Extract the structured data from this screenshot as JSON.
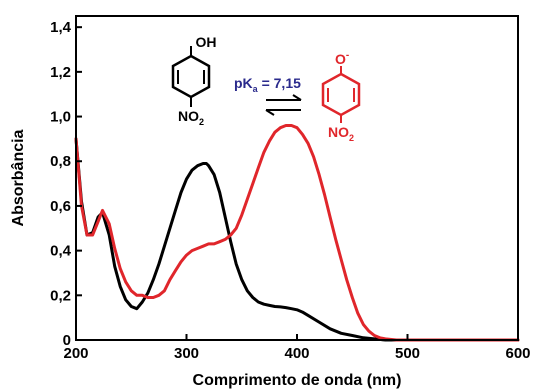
{
  "chart_data": {
    "type": "line",
    "xlabel": "Comprimento de onda (nm)",
    "ylabel": "Absorbância",
    "xlim": [
      200,
      600
    ],
    "ylim": [
      0,
      1.45
    ],
    "x_ticks": [
      200,
      300,
      400,
      500,
      600
    ],
    "x_tick_labels": [
      "200",
      "300",
      "400",
      "500",
      "600"
    ],
    "y_ticks": [
      0,
      0.2,
      0.4,
      0.6,
      0.8,
      1.0,
      1.2,
      1.4
    ],
    "y_tick_labels": [
      "0",
      "0,2",
      "0,4",
      "0,6",
      "0,8",
      "1,0",
      "1,2",
      "1,4"
    ],
    "grid": false,
    "series": [
      {
        "color": "#000000",
        "x": [
          200,
          205,
          210,
          215,
          220,
          224,
          230,
          235,
          240,
          245,
          250,
          255,
          260,
          265,
          270,
          275,
          280,
          285,
          290,
          295,
          300,
          305,
          310,
          315,
          318,
          320,
          325,
          330,
          335,
          340,
          345,
          350,
          355,
          360,
          365,
          370,
          375,
          380,
          385,
          390,
          395,
          400,
          405,
          410,
          420,
          430,
          440,
          450,
          460,
          470,
          480,
          500,
          550,
          600
        ],
        "y": [
          0.9,
          0.62,
          0.47,
          0.48,
          0.55,
          0.57,
          0.47,
          0.33,
          0.24,
          0.18,
          0.15,
          0.14,
          0.17,
          0.21,
          0.27,
          0.34,
          0.42,
          0.5,
          0.58,
          0.66,
          0.72,
          0.76,
          0.78,
          0.79,
          0.79,
          0.78,
          0.74,
          0.66,
          0.55,
          0.44,
          0.34,
          0.27,
          0.22,
          0.19,
          0.17,
          0.16,
          0.155,
          0.15,
          0.148,
          0.145,
          0.14,
          0.135,
          0.125,
          0.11,
          0.08,
          0.05,
          0.03,
          0.02,
          0.01,
          0.005,
          0.0,
          0.0,
          0.0,
          0.0
        ]
      },
      {
        "color": "#e0262b",
        "x": [
          200,
          205,
          210,
          215,
          220,
          224,
          230,
          235,
          240,
          245,
          250,
          255,
          260,
          265,
          270,
          275,
          280,
          285,
          290,
          295,
          300,
          305,
          310,
          315,
          320,
          325,
          330,
          335,
          340,
          345,
          350,
          355,
          360,
          365,
          370,
          375,
          380,
          385,
          390,
          395,
          400,
          405,
          410,
          415,
          420,
          425,
          430,
          435,
          440,
          445,
          450,
          455,
          460,
          465,
          470,
          475,
          480,
          490,
          500,
          550,
          600
        ],
        "y": [
          0.9,
          0.6,
          0.47,
          0.47,
          0.53,
          0.58,
          0.52,
          0.41,
          0.32,
          0.26,
          0.22,
          0.2,
          0.2,
          0.19,
          0.19,
          0.2,
          0.22,
          0.27,
          0.31,
          0.35,
          0.38,
          0.4,
          0.41,
          0.42,
          0.43,
          0.43,
          0.44,
          0.45,
          0.47,
          0.5,
          0.56,
          0.63,
          0.7,
          0.77,
          0.84,
          0.89,
          0.93,
          0.95,
          0.96,
          0.96,
          0.95,
          0.92,
          0.88,
          0.82,
          0.74,
          0.65,
          0.55,
          0.45,
          0.36,
          0.27,
          0.19,
          0.12,
          0.07,
          0.04,
          0.02,
          0.01,
          0.005,
          0.0,
          0.0,
          0.0,
          0.0
        ]
      }
    ]
  },
  "annotation": {
    "left_molecule_top": "OH",
    "left_molecule_bottom": "NO",
    "left_molecule_bottom_sub": "2",
    "right_molecule_top": "O",
    "right_molecule_top_sup": "-",
    "right_molecule_bottom": "NO",
    "right_molecule_bottom_sub": "2",
    "pka_prefix": "pK",
    "pka_sub": "a",
    "pka_value": " = 7,15",
    "colors": {
      "acid": "#000000",
      "base": "#e0262b",
      "pka": "#2a2a8c"
    }
  }
}
